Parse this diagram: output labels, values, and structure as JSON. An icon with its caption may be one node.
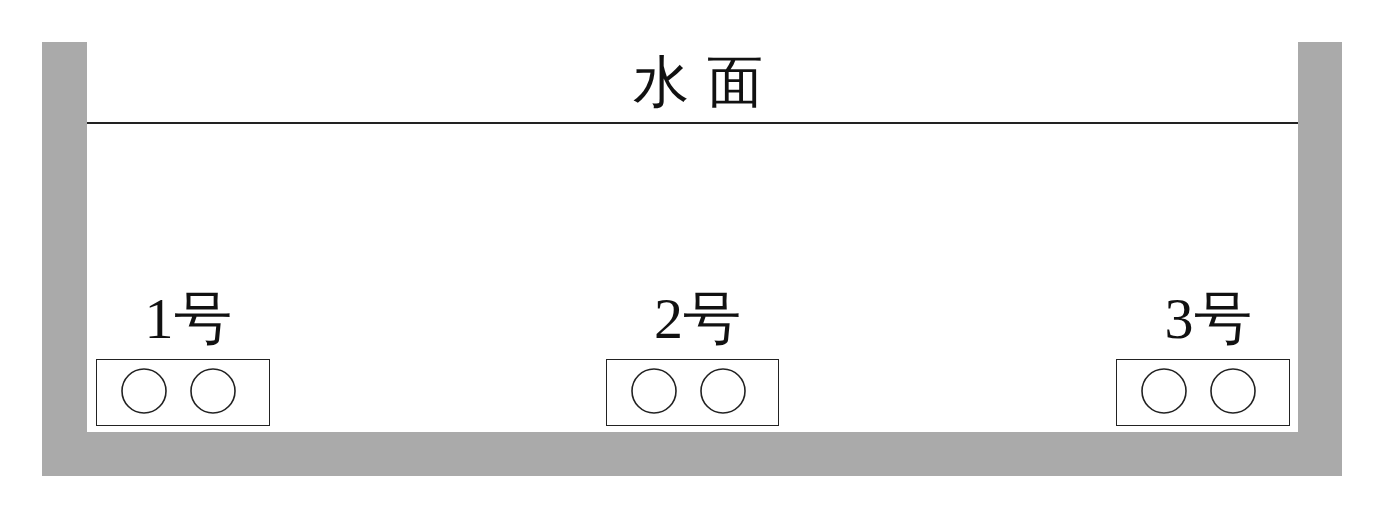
{
  "diagram": {
    "nodes": [
      {
        "text": [
          "1号"
        ]
      },
      {
        "text": [
          "2号"
        ]
      },
      {
        "text": [
          "3号"
        ]
      }
    ],
    "edges": [],
    "labels": [
      "水面"
    ]
  }
}
